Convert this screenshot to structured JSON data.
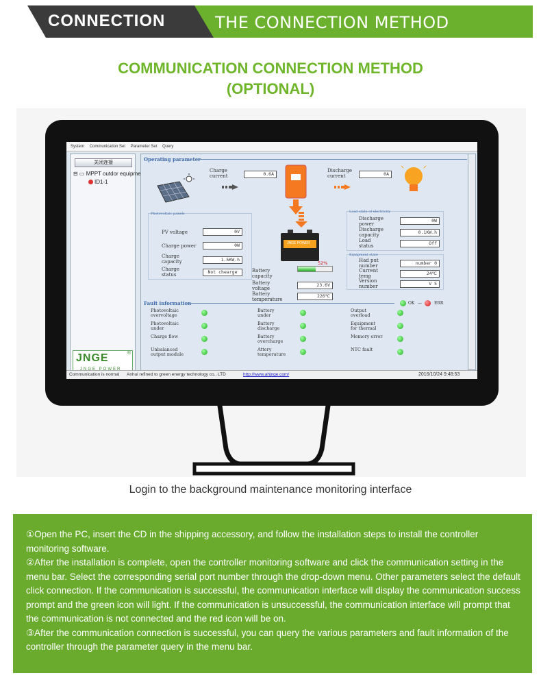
{
  "header": {
    "left": "CONNECTION",
    "right": "THE CONNECTION METHOD"
  },
  "title": {
    "line1": "COMMUNICATION CONNECTION METHOD",
    "line2": "(OPTIONAL)"
  },
  "app": {
    "menu": [
      "System",
      "Communication Set",
      "Parameter Set",
      "Query"
    ],
    "close_button": "关闭连接",
    "tree_root": "MPPT outdor equipment",
    "tree_child": "ID1-1",
    "logo": {
      "text": "JNGE",
      "sub": "JNGE POWER",
      "reg": "®"
    },
    "operating_parameter": "Operating parameter",
    "charge_current": {
      "label": "Charge\ncurrent",
      "value": "0.6A"
    },
    "discharge_current": {
      "label": "Discharge\ncurrent",
      "value": "0A"
    },
    "pv_panel": {
      "title": "Photovoltaic panels",
      "pv_voltage": {
        "label": "PV voltage",
        "value": "0V"
      },
      "charge_power": {
        "label": "Charge power",
        "value": "0W"
      },
      "charge_capacity": {
        "label": "Charge\ncapacity",
        "value": "1.5KW.h"
      },
      "charge_status": {
        "label": "Charge\nstatus",
        "value": "Not chearge"
      }
    },
    "battery": {
      "brand": "JNGE POWER",
      "percent": "52%",
      "capacity_label": "Battery\ncapacity",
      "voltage": {
        "label": "Battery\nvoltage",
        "value": "23.6V"
      },
      "temperature": {
        "label": "Battery\ntemperature",
        "value": "226℃"
      }
    },
    "load_state": {
      "title": "Load state of electricity",
      "discharge_power": {
        "label": "Discharge\npower",
        "value": "0W"
      },
      "discharge_capacity": {
        "label": "Discharge\ncapacity",
        "value": "0.1KW.h"
      },
      "load_status": {
        "label": "Load\nstatus",
        "value": "Off"
      }
    },
    "equipment_state": {
      "title": "Equipment state",
      "had_put_number": {
        "label": "Had put\nnumber",
        "value": "number 0"
      },
      "current_temp": {
        "label": "Current\ntemp",
        "value": "24℃"
      },
      "version_number": {
        "label": "Version\nnumber",
        "value": "V 5"
      }
    },
    "fault": {
      "title": "Fault information",
      "ok": "OK",
      "err": "ERR",
      "items": [
        "Photovoltaic\novervoltage",
        "Battery\nunder",
        "Output\noverload",
        "Photovoltaic\nunder",
        "Battery\ndischarge",
        "Equipment\nfor thermal",
        "Charge flow",
        "Battery\novercharge",
        "Memory error",
        "Unbalanced\noutput module",
        "Attery\ntemperature",
        "NTC fault"
      ]
    },
    "status_bar": {
      "status": "Communication is normal",
      "company": "Anhui refined to green energy technology co., LTD",
      "url": "http://www.ahjnge.com/",
      "datetime": "2016/10/24 9:48:53"
    }
  },
  "caption": "Login to the background maintenance monitoring interface",
  "instructions": {
    "p1": "①Open the PC, insert the CD in the shipping accessory, and follow the installation steps to install the controller monitoring software.",
    "p2": "②After the installation is complete, open the controller monitoring software and click the communication setting in the menu bar. Select the corresponding serial port number through the drop-down menu. Other parameters select the default click connection. If the communication is successful, the communication interface will display the communication success prompt and the green icon will light. If the communication is unsuccessful, the communication interface will prompt that the communication is not connected and the red icon will be on.",
    "p3": "③After the communication connection is successful, you can query the various parameters and fault information of the controller through the parameter query in the menu bar."
  },
  "colors": {
    "brand_green": "#6eb52a",
    "header_dark": "#3b3b3b",
    "box_green": "#6aab2e",
    "ok": "#2a2",
    "err": "#c11"
  }
}
